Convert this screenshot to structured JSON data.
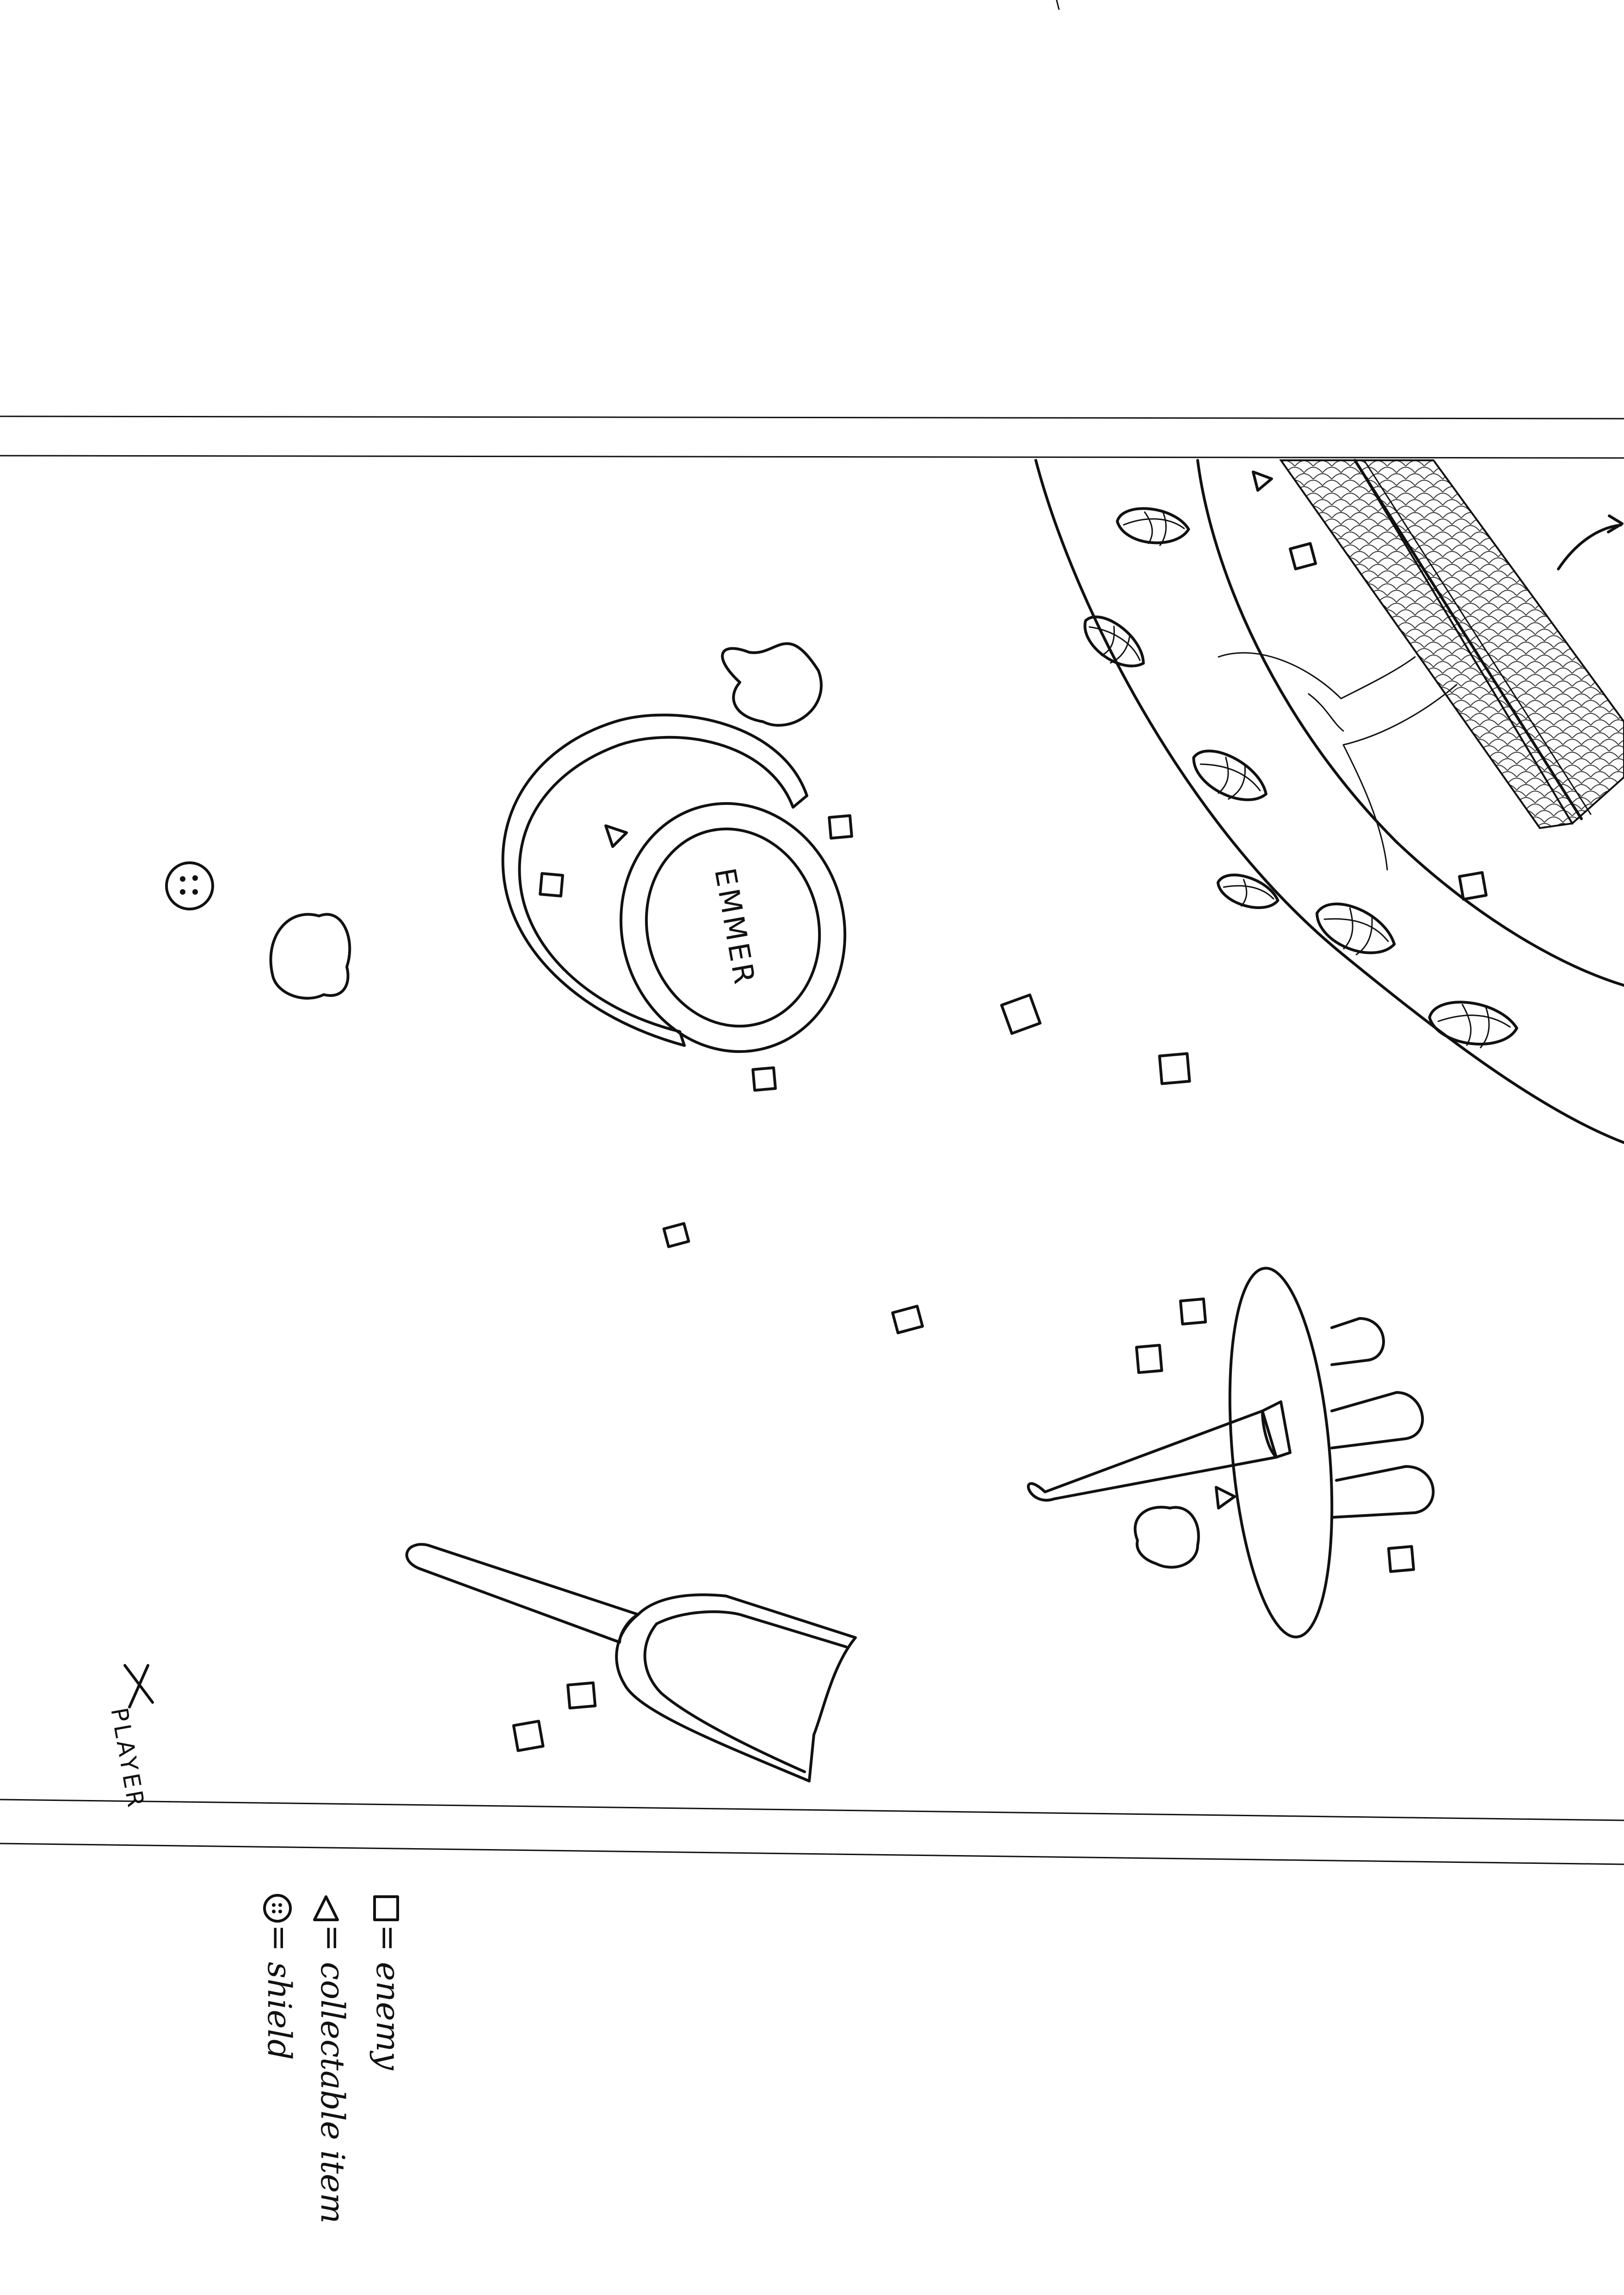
{
  "map": {
    "center_label": "EMMER",
    "player_label": "PLAYER"
  },
  "legend": {
    "items": [
      {
        "symbol": "square",
        "text": "= enemy"
      },
      {
        "symbol": "triangle",
        "text": "= collectable item"
      },
      {
        "symbol": "shield-dot",
        "text": "= shield"
      }
    ]
  },
  "colors": {
    "ink": "#111111",
    "paper": "#ffffff"
  }
}
